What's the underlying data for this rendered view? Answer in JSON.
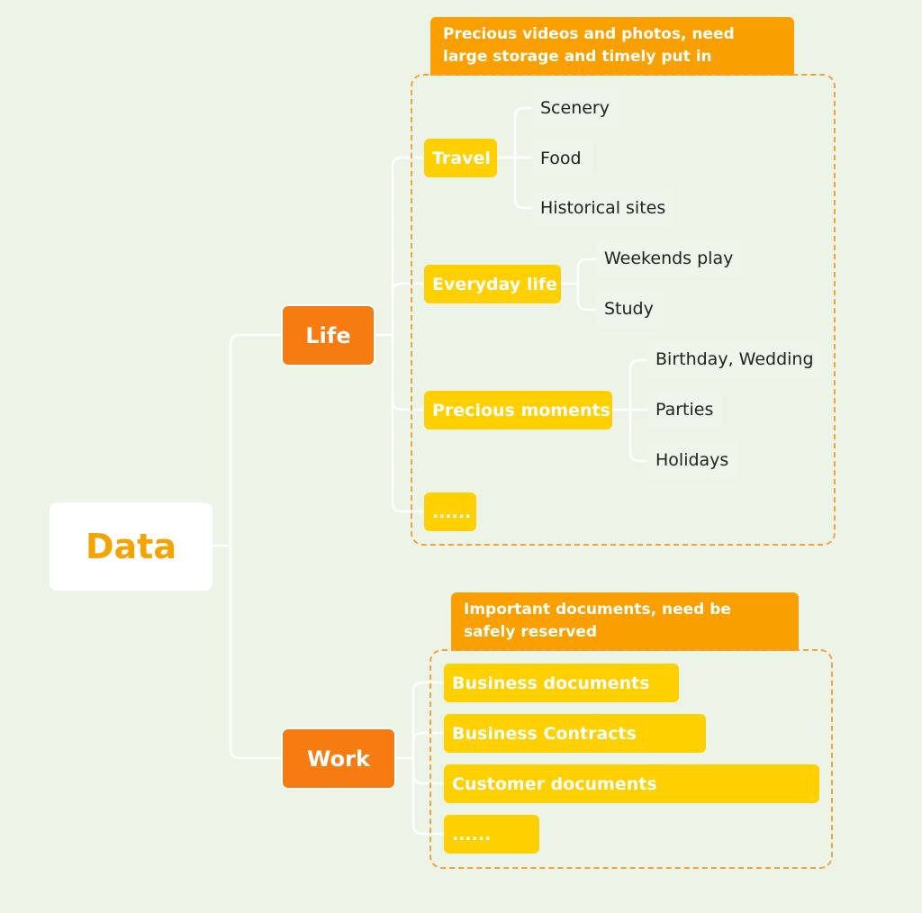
{
  "root": {
    "label": "Data"
  },
  "life": {
    "label": "Life",
    "callout": "Precious videos and photos, need large storage and timely put in",
    "travel": {
      "label": "Travel",
      "children": [
        "Scenery",
        "Food",
        "Historical sites"
      ]
    },
    "everyday": {
      "label": "Everyday life",
      "children": [
        "Weekends play",
        "Study"
      ]
    },
    "moments": {
      "label": "Precious moments",
      "children": [
        "Birthday, Wedding",
        "Parties",
        "Holidays"
      ]
    },
    "more": "......"
  },
  "work": {
    "label": "Work",
    "callout": "Important documents, need be safely reserved",
    "items": [
      "Business documents",
      "Business Contracts",
      "Customer documents",
      "......"
    ]
  },
  "colors": {
    "background": "#ecf4e8",
    "main_topic": "#f67b10",
    "subtopic": "#ffd000",
    "callout": "#f9a000",
    "root_text": "#f5a300",
    "boundary": "#f6a13a"
  }
}
